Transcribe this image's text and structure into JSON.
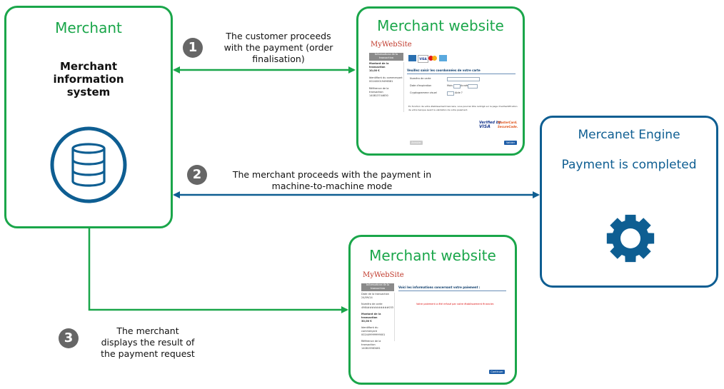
{
  "merchant": {
    "title": "Merchant",
    "system_label_lines": [
      "Merchant",
      "information",
      "system"
    ]
  },
  "website_top": {
    "title": "Merchant website",
    "logo": "MyWebSite",
    "side_header": [
      "Informations de la",
      "transaction"
    ],
    "side_lines": [
      "Montant de la transaction",
      "10,00 €",
      "Identifiant du commerçant",
      "002400019496581",
      "Référence de la transaction",
      "140813744630"
    ],
    "section_title": "Veuillez saisir les coordonnées de votre carte",
    "form_labels": [
      "Numéro de carte",
      "Date d'expiration",
      "Cryptogramme visuel"
    ],
    "expiry_labels": [
      "Mois",
      "Année"
    ],
    "help_label": "Aide ?",
    "info_lines": [
      "En fonction de votre établissement bancaire, vous pourrez être redirigé sur la page d'authentification",
      "de votre banque avant la validation de votre paiement."
    ],
    "card_logos": [
      "VISA"
    ],
    "verified_lines": [
      "Verified by",
      "VISA"
    ],
    "securecode_lines": [
      "MasterCard.",
      "SecureCode."
    ],
    "cancel_label": "Annuler",
    "submit_label": "Valider"
  },
  "website_bottom": {
    "title": "Merchant website",
    "logo": "MyWebSite",
    "side_header": [
      "Informations de la",
      "transaction"
    ],
    "side_lines": [
      "Date de la transaction",
      "24/09/14",
      "Numéro de carte",
      "4984##########033",
      "Montant de la transaction",
      "30,00 €",
      "Identifiant du commerçant",
      "002449999999001",
      "Référence de la transaction",
      "140815983461"
    ],
    "section_title": "Voici les informations concernant votre paiement :",
    "result_text": "Votre paiement a été refusé par votre établissement financier.",
    "continue_label": "Continuer"
  },
  "engine": {
    "title": "Mercanet Engine",
    "status": "Payment is completed"
  },
  "steps": [
    {
      "number": "1",
      "lines": [
        "The customer proceeds",
        "with the payment (order",
        "finalisation)"
      ]
    },
    {
      "number": "2",
      "lines": [
        "The merchant proceeds with the payment in",
        "machine-to-machine mode"
      ]
    },
    {
      "number": "3",
      "lines": [
        "The merchant",
        "displays the result of",
        "the payment request"
      ]
    }
  ],
  "colors": {
    "green": "#1aa64a",
    "blue": "#0e5e92",
    "step_grey": "#666666"
  },
  "icons": {
    "database": "database-icon",
    "gear": "gear-icon"
  }
}
